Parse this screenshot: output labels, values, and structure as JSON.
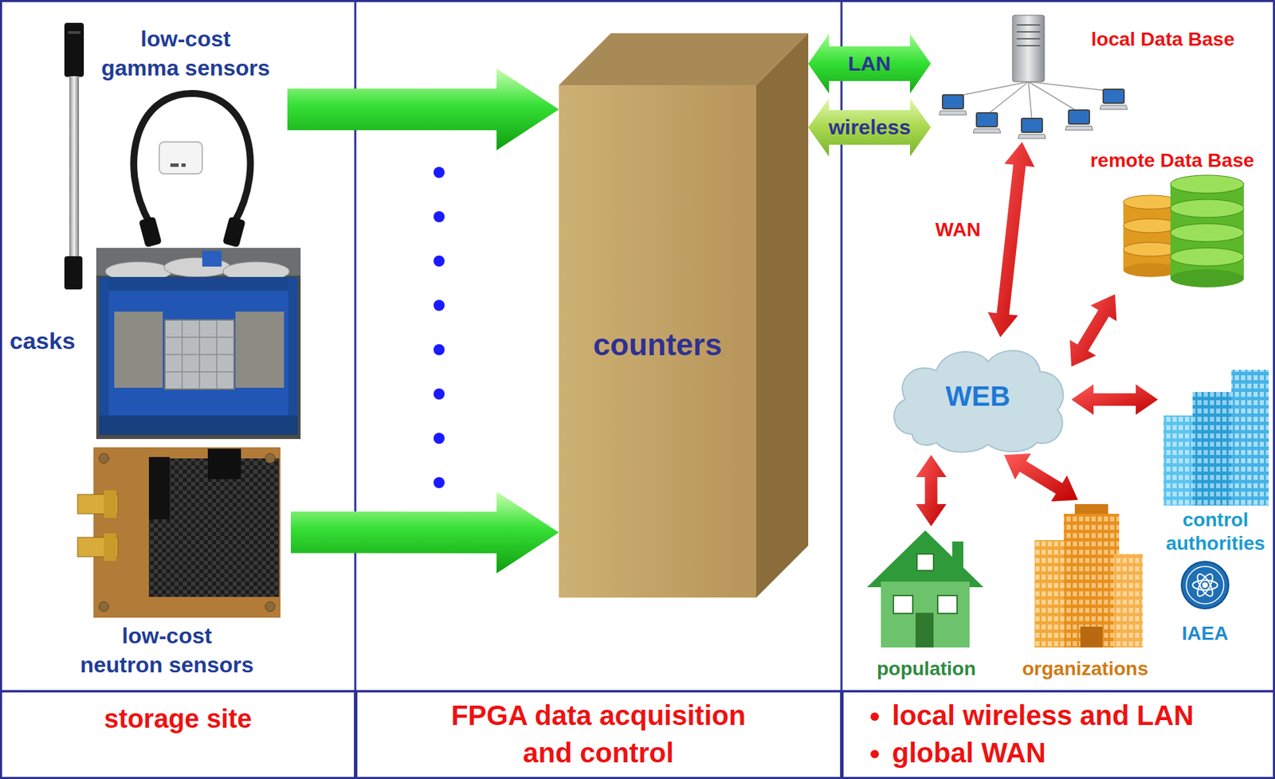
{
  "diagram": {
    "nodes": [
      {
        "text": [
          "low-cost gamma sensors"
        ]
      },
      {
        "text": [
          "casks"
        ]
      },
      {
        "text": [
          "low-cost neutron sensors"
        ]
      },
      {
        "text": [
          "counters"
        ]
      },
      {
        "text": [
          "local Data Base"
        ]
      },
      {
        "text": [
          "remote Data Base"
        ]
      },
      {
        "text": [
          "WEB"
        ]
      },
      {
        "text": [
          "control authorities"
        ]
      },
      {
        "text": [
          "IAEA"
        ]
      },
      {
        "text": [
          "population"
        ]
      },
      {
        "text": [
          "organizations"
        ]
      },
      {
        "text": [
          "storage site"
        ]
      },
      {
        "text": [
          "FPGA data acquisition and control"
        ]
      },
      {
        "text": [
          "local wireless and LAN",
          "global WAN"
        ]
      }
    ],
    "edges": [
      {
        "from": 0,
        "to": 3,
        "arrow": "to"
      },
      {
        "from": 2,
        "to": 3,
        "arrow": "to"
      },
      {
        "from": 3,
        "to": 4,
        "label": "LAN",
        "arrow": "both"
      },
      {
        "from": 3,
        "to": 4,
        "label": "wireless",
        "arrow": "both"
      },
      {
        "from": 4,
        "to": 6,
        "label": "WAN",
        "arrow": "both"
      },
      {
        "from": 6,
        "to": 5,
        "arrow": "both"
      },
      {
        "from": 6,
        "to": 7,
        "arrow": "both"
      },
      {
        "from": 6,
        "to": 10,
        "arrow": "both"
      },
      {
        "from": 6,
        "to": 9,
        "arrow": "both"
      }
    ]
  }
}
